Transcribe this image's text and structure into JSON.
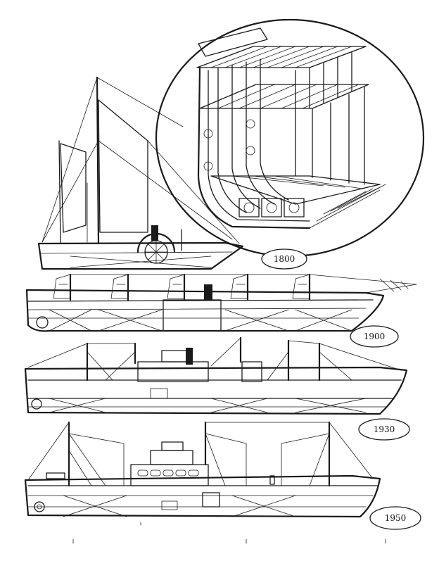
{
  "labels": [
    {
      "key": "y1800",
      "text": "1800"
    },
    {
      "key": "y1900",
      "text": "1900"
    },
    {
      "key": "y1930",
      "text": "1930"
    },
    {
      "key": "y1950",
      "text": "1950"
    }
  ],
  "colors": {
    "ink": "#1a1a1a",
    "paper": "#ffffff"
  }
}
